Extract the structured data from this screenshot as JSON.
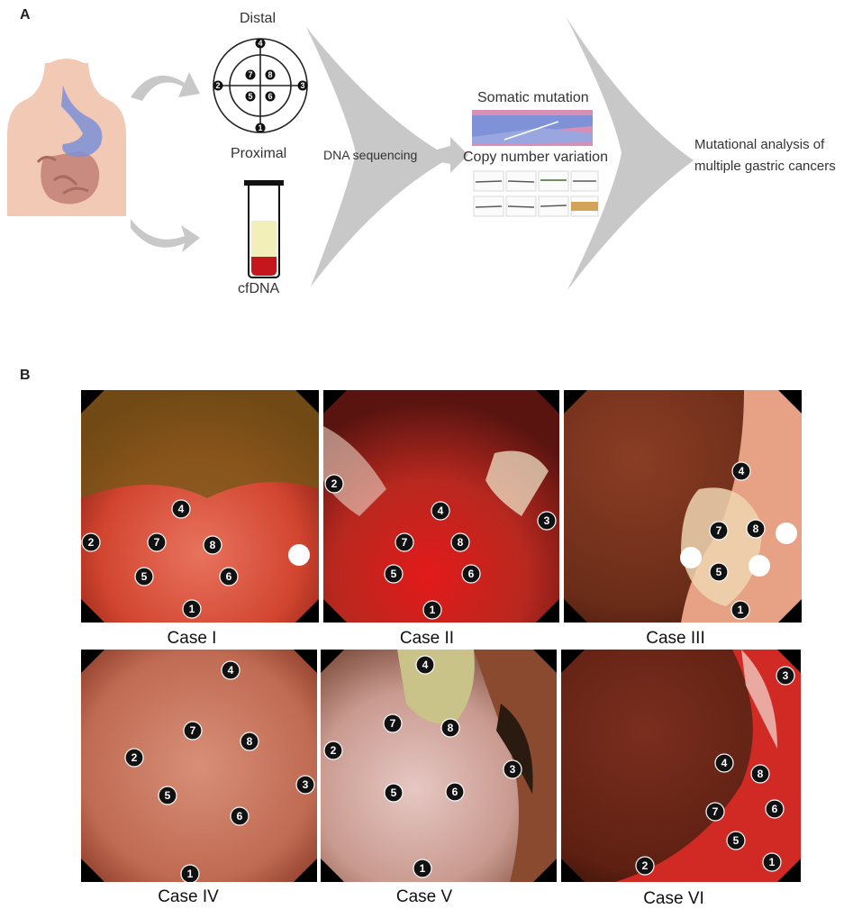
{
  "panel_a": {
    "letter": "A",
    "labels": {
      "distal": "Distal",
      "proximal": "Proximal",
      "cfdna": "cfDNA",
      "dna_sequencing": "DNA sequencing",
      "somatic_mutation": "Somatic mutation",
      "copy_number_variation": "Copy number variation",
      "result_line1": "Mutational analysis of",
      "result_line2": "multiple gastric cancers"
    },
    "site_map_numbers": [
      "1",
      "2",
      "3",
      "4",
      "5",
      "6",
      "7",
      "8"
    ]
  },
  "panel_b": {
    "letter": "B",
    "cases": [
      {
        "label": "Case I",
        "sites": [
          "1",
          "2",
          "4",
          "5",
          "6",
          "7",
          "8"
        ],
        "white_dots": 1
      },
      {
        "label": "Case II",
        "sites": [
          "1",
          "2",
          "3",
          "4",
          "5",
          "6",
          "7",
          "8"
        ],
        "white_dots": 0
      },
      {
        "label": "Case III",
        "sites": [
          "1",
          "4",
          "5",
          "7",
          "8"
        ],
        "white_dots": 3
      },
      {
        "label": "Case IV",
        "sites": [
          "1",
          "2",
          "3",
          "4",
          "5",
          "6",
          "7",
          "8"
        ],
        "white_dots": 0
      },
      {
        "label": "Case V",
        "sites": [
          "1",
          "2",
          "3",
          "4",
          "5",
          "6",
          "7",
          "8"
        ],
        "white_dots": 0
      },
      {
        "label": "Case VI",
        "sites": [
          "1",
          "2",
          "3",
          "4",
          "5",
          "6",
          "7",
          "8"
        ],
        "white_dots": 0
      }
    ]
  },
  "colors": {
    "arrow_gray": "#c8c8c8",
    "tube_liquid": "#f3efb8",
    "tube_blood": "#c4161c",
    "body_skin": "#f2c9b5",
    "stomach_blue": "#7d8fd6"
  }
}
